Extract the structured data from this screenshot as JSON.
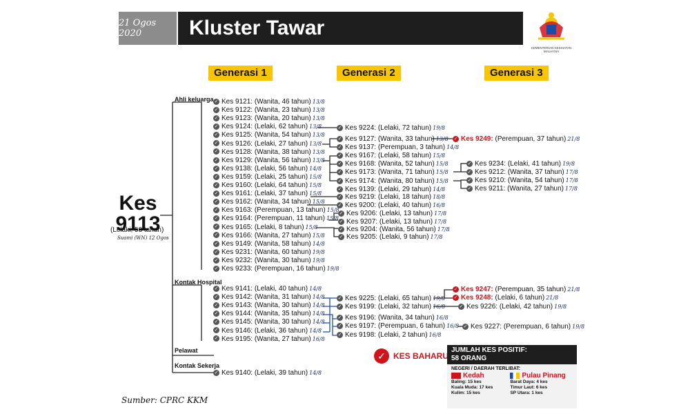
{
  "header": {
    "date": "21 Ogos 2020",
    "title": "Kluster Tawar",
    "logo_caption": "KEMENTERIAN KESIHATAN MALAYSIA"
  },
  "generations": [
    "Generasi 1",
    "Generasi 2",
    "Generasi 3"
  ],
  "root": {
    "label": "Kes",
    "number": "9113",
    "detail": "(Lelaki, 53 tahun)",
    "note": "Suami (WN) 12 Ogos"
  },
  "groups": {
    "family": "Ahli keluarga",
    "hospital": "Kontak Hospital",
    "visitor": "Pelawat",
    "work": "Kontak Sekerja"
  },
  "gen1": [
    {
      "kes": "Kes 9121:",
      "info": "(Wanita, 46 tahun)",
      "date": "13/8"
    },
    {
      "kes": "Kes 9122:",
      "info": "(Wanita, 23 tahun)",
      "date": "13/8"
    },
    {
      "kes": "Kes 9123:",
      "info": "(Wanita, 20 tahun)",
      "date": "13/8"
    },
    {
      "kes": "Kes 9124:",
      "info": "(Lelaki, 62 tahun)",
      "date": "13/8"
    },
    {
      "kes": "Kes 9125:",
      "info": "(Wanita, 54 tahun)",
      "date": "13/8"
    },
    {
      "kes": "Kes 9126:",
      "info": "(Lelaki, 27 tahun)",
      "date": "13/8"
    },
    {
      "kes": "Kes 9128:",
      "info": "(Wanita, 38 tahun)",
      "date": "13/8"
    },
    {
      "kes": "Kes 9129:",
      "info": "(Wanita, 56 tahun)",
      "date": "13/8"
    },
    {
      "kes": "Kes 9138:",
      "info": "(Lelaki, 56 tahun)",
      "date": "14/8"
    },
    {
      "kes": "Kes 9159:",
      "info": "(Lelaki, 25 tahun)",
      "date": "15/8"
    },
    {
      "kes": "Kes 9160:",
      "info": "(Lelaki, 64 tahun)",
      "date": "15/8"
    },
    {
      "kes": "Kes 9161:",
      "info": "(Lelaki, 37 tahun)",
      "date": "15/8"
    },
    {
      "kes": "Kes 9162:",
      "info": "(Wanita, 34 tahun)",
      "date": "15/8"
    },
    {
      "kes": "Kes 9163:",
      "info": "(Perempuan, 13 tahun)",
      "date": "15/8"
    },
    {
      "kes": "Kes 9164:",
      "info": "(Perempuan, 11 tahun)",
      "date": "15/8"
    },
    {
      "kes": "Kes 9165:",
      "info": "(Lelaki, 8 tahun)",
      "date": "15/8"
    },
    {
      "kes": "Kes 9166:",
      "info": "(Wanita, 27 tahun)",
      "date": "15/8"
    },
    {
      "kes": "Kes 9149:",
      "info": "(Wanita, 58 tahun)",
      "date": "14/8"
    },
    {
      "kes": "Kes 9231:",
      "info": "(Wanita, 60 tahun)",
      "date": "19/8"
    },
    {
      "kes": "Kes 9232:",
      "info": "(Wanita, 30 tahun)",
      "date": "19/8"
    },
    {
      "kes": "Kes 9233:",
      "info": "(Perempuan, 16 tahun)",
      "date": "19/8"
    },
    {
      "kes": "Kes 9141:",
      "info": "(Lelaki, 40 tahun)",
      "date": "14/8"
    },
    {
      "kes": "Kes 9142:",
      "info": "(Wanita, 31 tahun)",
      "date": "14/8"
    },
    {
      "kes": "Kes 9143:",
      "info": "(Wanita, 30 tahun)",
      "date": "14/8"
    },
    {
      "kes": "Kes 9144:",
      "info": "(Wanita, 35 tahun)",
      "date": "14/8"
    },
    {
      "kes": "Kes 9145:",
      "info": "(Wanita, 30 tahun)",
      "date": "14/8"
    },
    {
      "kes": "Kes 9146:",
      "info": "(Lelaki, 36 tahun)",
      "date": "14/8"
    },
    {
      "kes": "Kes 9195:",
      "info": "(Wanita, 27 tahun)",
      "date": "16/8"
    },
    {
      "kes": "Kes 9140:",
      "info": "(Lelaki, 39 tahun)",
      "date": "14/8"
    }
  ],
  "gen2": [
    {
      "kes": "Kes 9224:",
      "info": "(Lelaki, 72 tahun)",
      "date": "19/8"
    },
    {
      "kes": "Kes 9127:",
      "info": "(Wanita, 33 tahun)",
      "date": "13/8"
    },
    {
      "kes": "Kes 9137:",
      "info": "(Perempuan, 3 tahun)",
      "date": "14/8"
    },
    {
      "kes": "Kes 9167:",
      "info": "(Lelaki, 58 tahun)",
      "date": "15/8"
    },
    {
      "kes": "Kes 9168:",
      "info": "(Wanita, 52 tahun)",
      "date": "15/8"
    },
    {
      "kes": "Kes 9173:",
      "info": "(Wanita, 71 tahun)",
      "date": "15/8"
    },
    {
      "kes": "Kes 9174:",
      "info": "(Wanita, 80 tahun)",
      "date": "15/8"
    },
    {
      "kes": "Kes 9139:",
      "info": "(Lelaki, 29 tahun)",
      "date": "14/8"
    },
    {
      "kes": "Kes 9219:",
      "info": "(Lelaki, 18 tahun)",
      "date": "18/8"
    },
    {
      "kes": "Kes 9200:",
      "info": "(Lelaki, 40 tahun)",
      "date": "16/8"
    },
    {
      "kes": "Kes 9206:",
      "info": "(Lelaki, 13 tahun)",
      "date": "17/8"
    },
    {
      "kes": "Kes 9207:",
      "info": "(Lelaki, 13 tahun)",
      "date": "17/8"
    },
    {
      "kes": "Kes 9204:",
      "info": "(Wanita, 56 tahun)",
      "date": "17/8"
    },
    {
      "kes": "Kes 9205:",
      "info": "(Lelaki, 9 tahun)",
      "date": "17/8"
    },
    {
      "kes": "Kes 9225:",
      "info": "(Lelaki, 65 tahun)",
      "date": "19/8"
    },
    {
      "kes": "Kes 9199:",
      "info": "(Lelaki, 32 tahun)",
      "date": "16/8"
    },
    {
      "kes": "Kes 9196:",
      "info": "(Wanita, 34 tahun)",
      "date": "16/8"
    },
    {
      "kes": "Kes 9197:",
      "info": "(Perempuan, 6 tahun)",
      "date": "16/8"
    },
    {
      "kes": "Kes 9198:",
      "info": "(Lelaki, 2 tahun)",
      "date": "16/8"
    }
  ],
  "gen3": [
    {
      "kes": "Kes 9249:",
      "info": "(Perempuan, 37 tahun)",
      "date": "21/8",
      "new": true
    },
    {
      "kes": "Kes 9234:",
      "info": "(Lelaki, 41 tahun)",
      "date": "19/8"
    },
    {
      "kes": "Kes 9212:",
      "info": "(Wanita, 37 tahun)",
      "date": "17/8"
    },
    {
      "kes": "Kes 9210:",
      "info": "(Wanita, 54 tahun)",
      "date": "17/8"
    },
    {
      "kes": "Kes 9211:",
      "info": "(Wanita, 27 tahun)",
      "date": "17/8"
    },
    {
      "kes": "Kes 9247:",
      "info": "(Perempuan, 35 tahun)",
      "date": "21/8",
      "new": true
    },
    {
      "kes": "Kes 9248:",
      "info": "(Lelaki, 6 tahun)",
      "date": "21/8",
      "new": true
    },
    {
      "kes": "Kes 9226:",
      "info": "(Lelaki, 42 tahun)",
      "date": "19/8"
    },
    {
      "kes": "Kes 9227:",
      "info": "(Perempuan, 6 tahun)",
      "date": "19/8"
    }
  ],
  "legend": {
    "new_case": "KES BAHARU"
  },
  "summary": {
    "title": "JUMLAH KES POSITIF:",
    "total": "58 ORANG",
    "states_label": "NEGERI / DAERAH TERLIBAT:",
    "kedah": {
      "name": "Kedah",
      "districts": [
        "Baling: 15 kes",
        "Kuala Muda: 17 kes",
        "Kulim: 15 kes"
      ]
    },
    "penang": {
      "name": "Pulau Pinang",
      "districts": [
        "Barat Daya: 4 kes",
        "Timur Laut: 6 kes",
        "SP Utara: 1 kes"
      ]
    }
  },
  "source": "Sumber: CPRC KKM",
  "colors": {
    "accent": "#f7c600",
    "new_case": "#d0141c",
    "link_blue": "#1a4da8",
    "dark": "#1e1e1e"
  }
}
